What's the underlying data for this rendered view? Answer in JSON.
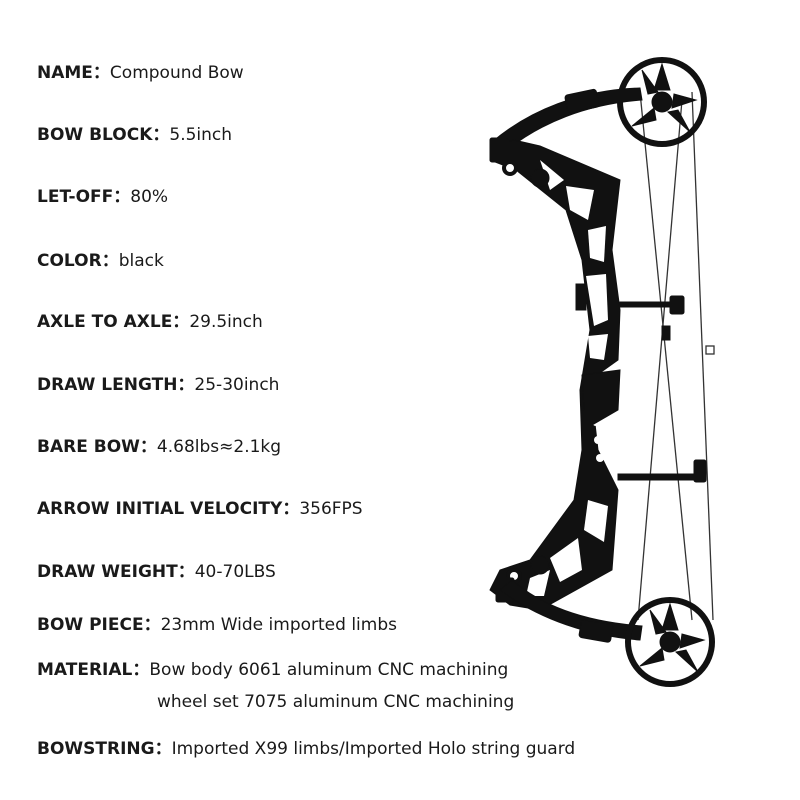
{
  "specs": [
    {
      "label": "NAME：",
      "value": "Compound Bow"
    },
    {
      "label": "BOW BLOCK：",
      "value": "5.5inch"
    },
    {
      "label": "LET-OFF：",
      "value": "80%"
    },
    {
      "label": "COLOR：",
      "value": "black"
    },
    {
      "label": "AXLE TO AXLE：",
      "value": "29.5inch"
    },
    {
      "label": "DRAW LENGTH：",
      "value": "25-30inch"
    },
    {
      "label": "BARE BOW：",
      "value": "4.68lbs≈2.1kg"
    },
    {
      "label": "ARROW INITIAL VELOCITY：",
      "value": "356FPS"
    },
    {
      "label": "DRAW WEIGHT：",
      "value": "40-70LBS"
    },
    {
      "label": "BOW PIECE：",
      "value": "23mm Wide imported limbs"
    },
    {
      "label": "MATERIAL：",
      "value": "Bow body 6061 aluminum CNC machining",
      "continuation": "wheel set 7075 aluminum CNC machining"
    },
    {
      "label": "BOWSTRING：",
      "value": "Imported X99 limbs/Imported Holo string guard"
    }
  ],
  "product_image": {
    "icon": "compound-bow-icon",
    "color": "#111111"
  }
}
